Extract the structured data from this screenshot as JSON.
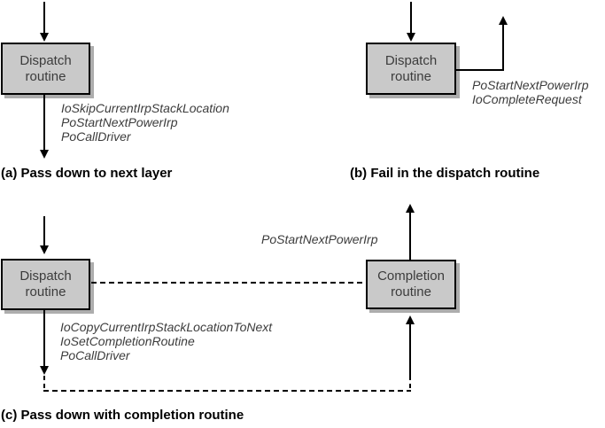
{
  "panel_a": {
    "box": {
      "line1": "Dispatch",
      "line2": "routine"
    },
    "calls": [
      "IoSkipCurrentIrpStackLocation",
      "PoStartNextPowerIrp",
      "PoCallDriver"
    ],
    "caption": "(a) Pass down to next layer"
  },
  "panel_b": {
    "box": {
      "line1": "Dispatch",
      "line2": "routine"
    },
    "calls": [
      "PoStartNextPowerIrp",
      "IoCompleteRequest"
    ],
    "caption": "(b) Fail in the dispatch routine"
  },
  "panel_c": {
    "dispatch_box": {
      "line1": "Dispatch",
      "line2": "routine"
    },
    "completion_box": {
      "line1": "Completion",
      "line2": "routine"
    },
    "return_call": "PoStartNextPowerIrp",
    "calls": [
      "IoCopyCurrentIrpStackLocationToNext",
      "IoSetCompletionRoutine",
      "PoCallDriver"
    ],
    "caption": "(c) Pass down with completion routine"
  },
  "colors": {
    "box-fill": "#c9c9c9",
    "box-border": "#000000",
    "box-shadow": "#adadad",
    "line": "#000000",
    "code-text": "#3c3c3c",
    "box-text": "#3c3c3c",
    "caption": "#000000"
  }
}
